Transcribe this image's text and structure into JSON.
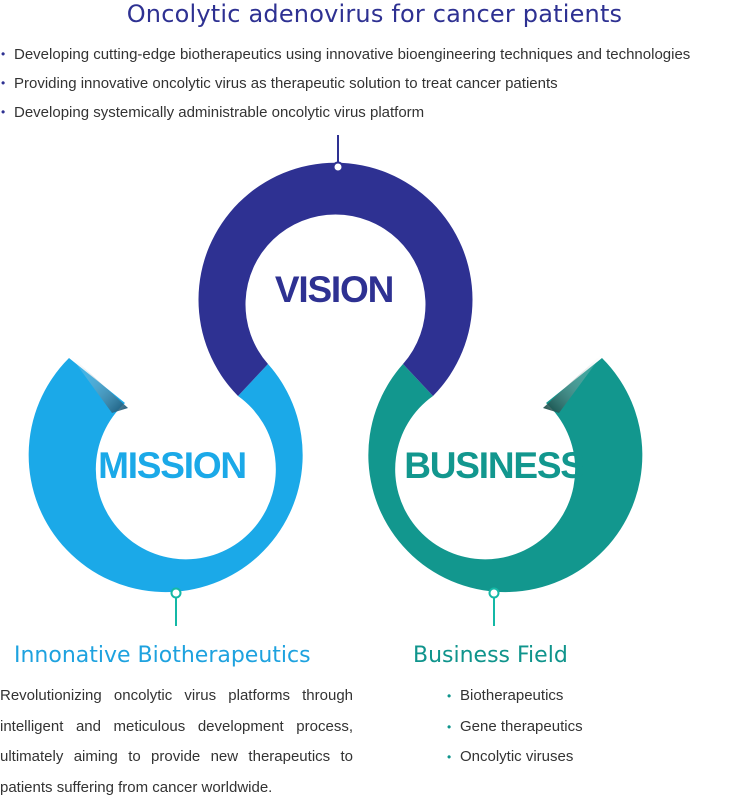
{
  "header": {
    "title": "Oncolytic adenovirus for cancer patients",
    "bullets": [
      "Developing cutting-edge biotherapeutics using innovative bioengineering techniques and technologies",
      "Providing innovative oncolytic virus as therapeutic solution to treat cancer patients",
      "Developing systemically administrable oncolytic virus platform"
    ]
  },
  "diagram": {
    "vision_label": "VISION",
    "mission_label": "MISSION",
    "business_label": "BUSINESS",
    "colors": {
      "vision": "#2e3192",
      "mission": "#1ba9e8",
      "business": "#12978e",
      "connector_mission": "#14b8a6",
      "connector_business": "#14b8a6"
    }
  },
  "mission": {
    "title": "Innonative Biotherapeutics",
    "description": "Revolutionizing oncolytic virus platforms through intelligent and meticulous development process, ultimately aiming to provide new therapeutics to patients suffering from cancer worldwide."
  },
  "business": {
    "title": "Business Field",
    "items": [
      "Biotherapeutics",
      "Gene therapeutics",
      "Oncolytic viruses"
    ]
  }
}
